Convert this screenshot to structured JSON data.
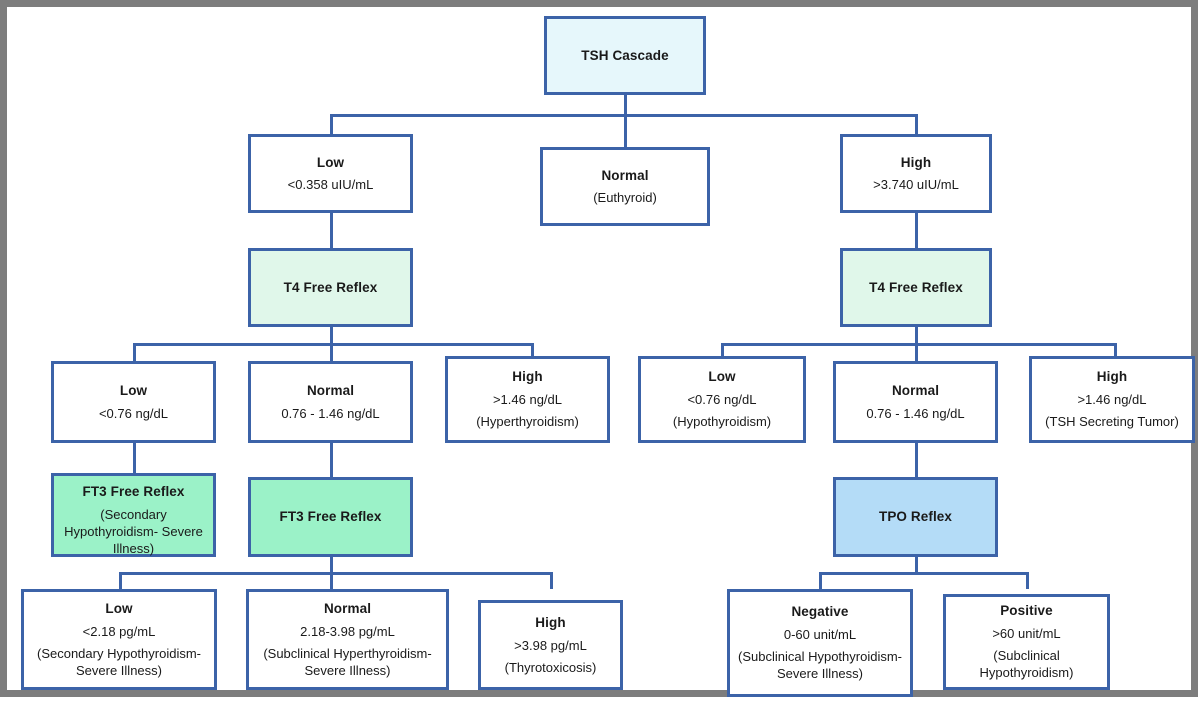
{
  "title": "TSH Cascade",
  "colors": {
    "border": "#3c63a8",
    "frame": "#7d7d7d",
    "fill_pale_blue": "#e6f7fb",
    "fill_pale_green": "#e0f7ea",
    "fill_green": "#9bf2c8",
    "fill_blue": "#b4dcf7",
    "connector": "#3c63a8"
  },
  "chart_data": {
    "type": "diagram",
    "title": "TSH Cascade",
    "nodes": [
      {
        "id": "root",
        "title": "TSH Cascade",
        "value": "",
        "note": ""
      },
      {
        "id": "tsh-low",
        "title": "Low",
        "value": "<0.358 uIU/mL",
        "note": ""
      },
      {
        "id": "tsh-normal",
        "title": "Normal",
        "value": "",
        "note": "(Euthyroid)"
      },
      {
        "id": "tsh-high",
        "title": "High",
        "value": ">3.740 uIU/mL",
        "note": ""
      },
      {
        "id": "t4-left",
        "title": "T4 Free Reflex",
        "value": "",
        "note": ""
      },
      {
        "id": "t4-right",
        "title": "T4 Free Reflex",
        "value": "",
        "note": ""
      },
      {
        "id": "t4l-low",
        "title": "Low",
        "value": "<0.76 ng/dL",
        "note": ""
      },
      {
        "id": "t4l-normal",
        "title": "Normal",
        "value": "0.76 - 1.46 ng/dL",
        "note": ""
      },
      {
        "id": "t4l-high",
        "title": "High",
        "value": ">1.46 ng/dL",
        "note": "(Hyperthyroidism)"
      },
      {
        "id": "t4r-low",
        "title": "Low",
        "value": "<0.76 ng/dL",
        "note": "(Hypothyroidism)"
      },
      {
        "id": "t4r-normal",
        "title": "Normal",
        "value": "0.76 - 1.46 ng/dL",
        "note": ""
      },
      {
        "id": "t4r-high",
        "title": "High",
        "value": ">1.46 ng/dL",
        "note": "(TSH Secreting Tumor)"
      },
      {
        "id": "ft3-secondary",
        "title": "FT3 Free Reflex",
        "value": "",
        "note": "(Secondary Hypothyroidism- Severe Illness)"
      },
      {
        "id": "ft3-reflex",
        "title": "FT3 Free Reflex",
        "value": "",
        "note": ""
      },
      {
        "id": "tpo-reflex",
        "title": "TPO Reflex",
        "value": "",
        "note": ""
      },
      {
        "id": "ft3-low",
        "title": "Low",
        "value": "<2.18 pg/mL",
        "note": "(Secondary Hypothyroidism- Severe Illness)"
      },
      {
        "id": "ft3-normal",
        "title": "Normal",
        "value": "2.18-3.98 pg/mL",
        "note": "(Subclinical Hyperthyroidism- Severe Illness)"
      },
      {
        "id": "ft3-high",
        "title": "High",
        "value": ">3.98 pg/mL",
        "note": "(Thyrotoxicosis)"
      },
      {
        "id": "tpo-negative",
        "title": "Negative",
        "value": "0-60 unit/mL",
        "note": "(Subclinical Hypothyroidism- Severe Illness)"
      },
      {
        "id": "tpo-positive",
        "title": "Positive",
        "value": ">60 unit/mL",
        "note": "(Subclinical Hypothyroidism)"
      }
    ],
    "edges": [
      {
        "from": "root",
        "to": "tsh-low"
      },
      {
        "from": "root",
        "to": "tsh-normal"
      },
      {
        "from": "root",
        "to": "tsh-high"
      },
      {
        "from": "tsh-low",
        "to": "t4-left"
      },
      {
        "from": "tsh-high",
        "to": "t4-right"
      },
      {
        "from": "t4-left",
        "to": "t4l-low"
      },
      {
        "from": "t4-left",
        "to": "t4l-normal"
      },
      {
        "from": "t4-left",
        "to": "t4l-high"
      },
      {
        "from": "t4-right",
        "to": "t4r-low"
      },
      {
        "from": "t4-right",
        "to": "t4r-normal"
      },
      {
        "from": "t4-right",
        "to": "t4r-high"
      },
      {
        "from": "t4l-low",
        "to": "ft3-secondary"
      },
      {
        "from": "t4l-normal",
        "to": "ft3-reflex"
      },
      {
        "from": "t4r-normal",
        "to": "tpo-reflex"
      },
      {
        "from": "ft3-reflex",
        "to": "ft3-low"
      },
      {
        "from": "ft3-reflex",
        "to": "ft3-normal"
      },
      {
        "from": "ft3-reflex",
        "to": "ft3-high"
      },
      {
        "from": "tpo-reflex",
        "to": "tpo-negative"
      },
      {
        "from": "tpo-reflex",
        "to": "tpo-positive"
      }
    ]
  },
  "nodes": {
    "root": {
      "title": "TSH Cascade"
    },
    "tsh_low": {
      "title": "Low",
      "value": "<0.358 uIU/mL"
    },
    "tsh_normal": {
      "title": "Normal",
      "note": "(Euthyroid)"
    },
    "tsh_high": {
      "title": "High",
      "value": ">3.740 uIU/mL"
    },
    "t4_left": {
      "title": "T4 Free Reflex"
    },
    "t4_right": {
      "title": "T4 Free Reflex"
    },
    "t4l_low": {
      "title": "Low",
      "value": "<0.76 ng/dL"
    },
    "t4l_normal": {
      "title": "Normal",
      "value": "0.76 - 1.46 ng/dL"
    },
    "t4l_high": {
      "title": "High",
      "value": ">1.46 ng/dL",
      "note": "(Hyperthyroidism)"
    },
    "t4r_low": {
      "title": "Low",
      "value": "<0.76 ng/dL",
      "note": "(Hypothyroidism)"
    },
    "t4r_normal": {
      "title": "Normal",
      "value": "0.76 - 1.46 ng/dL"
    },
    "t4r_high": {
      "title": "High",
      "value": ">1.46 ng/dL",
      "note": "(TSH Secreting Tumor)"
    },
    "ft3_secondary": {
      "title": "FT3 Free Reflex",
      "note": "(Secondary Hypothyroidism- Severe Illness)"
    },
    "ft3_reflex": {
      "title": "FT3 Free Reflex"
    },
    "tpo_reflex": {
      "title": "TPO Reflex"
    },
    "ft3_low": {
      "title": "Low",
      "value": "<2.18 pg/mL",
      "note": "(Secondary Hypothyroidism- Severe Illness)"
    },
    "ft3_normal": {
      "title": "Normal",
      "value": "2.18-3.98 pg/mL",
      "note": "(Subclinical Hyperthyroidism- Severe Illness)"
    },
    "ft3_high": {
      "title": "High",
      "value": ">3.98 pg/mL",
      "note": "(Thyrotoxicosis)"
    },
    "tpo_negative": {
      "title": "Negative",
      "value": "0-60 unit/mL",
      "note": "(Subclinical Hypothyroidism- Severe Illness)"
    },
    "tpo_positive": {
      "title": "Positive",
      "value": ">60 unit/mL",
      "note": "(Subclinical Hypothyroidism)"
    }
  }
}
